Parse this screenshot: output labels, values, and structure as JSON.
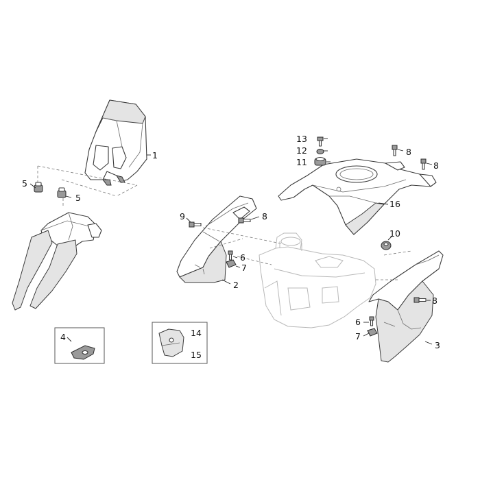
{
  "callouts": {
    "c1": "1",
    "c2": "2",
    "c3": "3",
    "c4": "4",
    "c5a": "5",
    "c5b": "5",
    "c6a": "6",
    "c6b": "6",
    "c7a": "7",
    "c7b": "7",
    "c8a": "8",
    "c8b": "8",
    "c8c": "8",
    "c8d": "8",
    "c9": "9",
    "c10": "10",
    "c11": "11",
    "c12": "12",
    "c13": "13",
    "c14": "14",
    "c15": "15",
    "c16": "16"
  },
  "colors": {
    "line": "#3a3a3a",
    "shade": "#e4e4e4",
    "ghost": "#b8b8b8"
  }
}
